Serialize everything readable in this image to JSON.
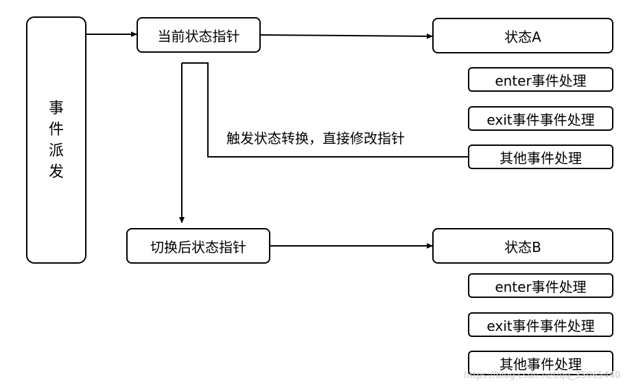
{
  "dispatch": {
    "chars": [
      "事",
      "件",
      "派",
      "发"
    ]
  },
  "current_pointer": "当前状态指针",
  "switched_pointer": "切换后状态指针",
  "transition_label": "触发状态转换，直接修改指针",
  "state_a": {
    "title": "状态A",
    "handlers": [
      "enter事件处理",
      "exit事件事件处理",
      "其他事件处理"
    ]
  },
  "state_b": {
    "title": "状态B",
    "handlers": [
      "enter事件处理",
      "exit事件事件处理",
      "其他事件处理"
    ]
  },
  "watermark": "https://blog.csdn.net/qq_35065440"
}
